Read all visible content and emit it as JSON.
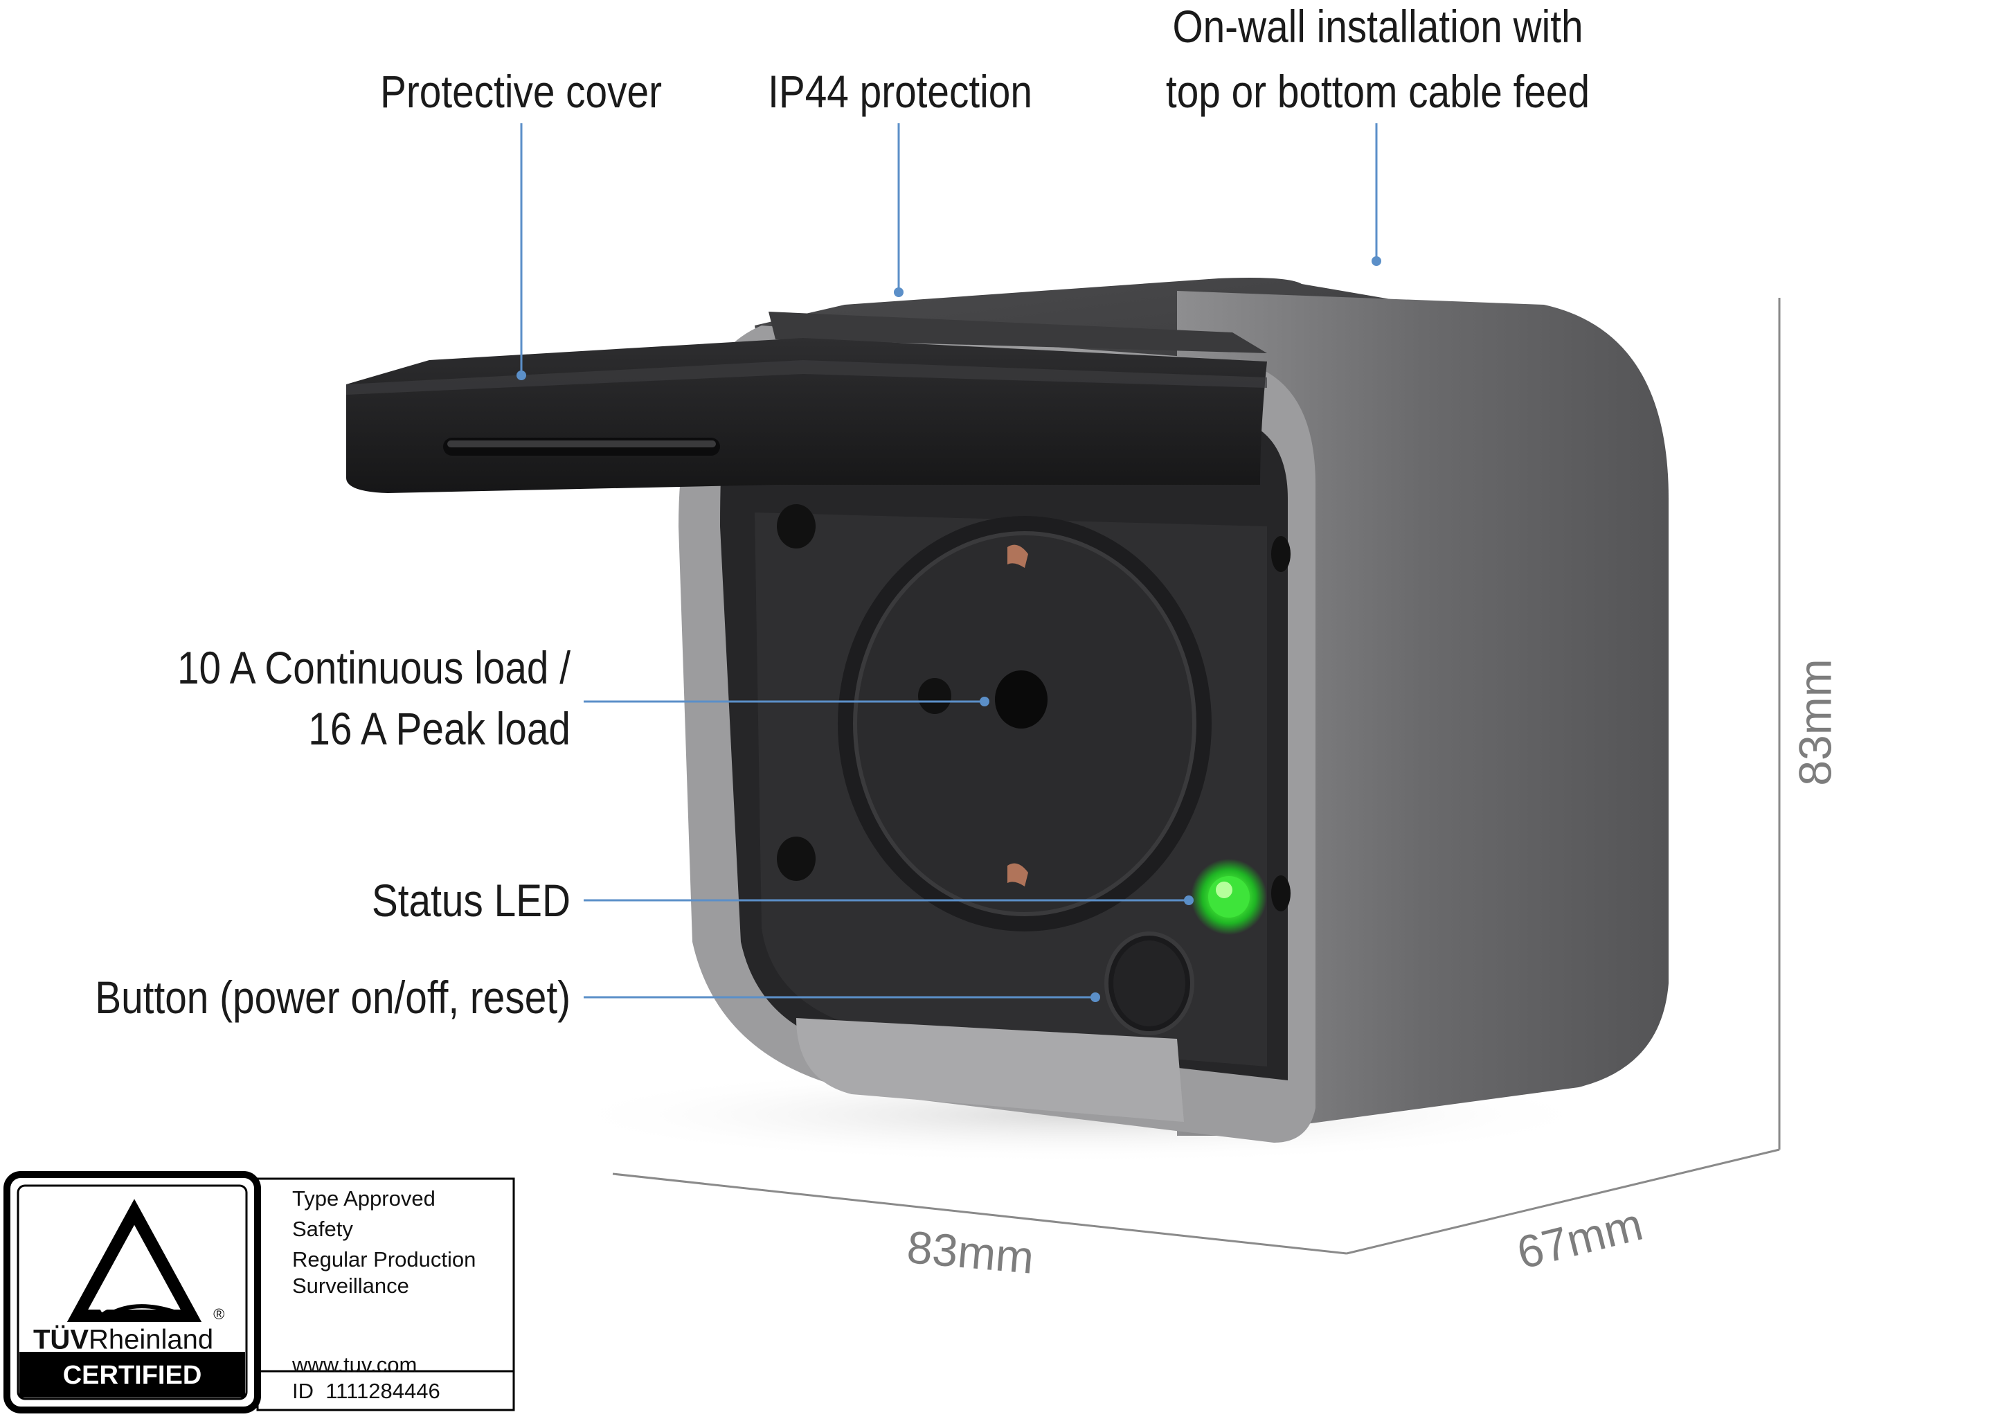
{
  "callouts": {
    "protective_cover": "Protective cover",
    "ip44": "IP44 protection",
    "on_wall_line1": "On-wall installation with",
    "on_wall_line2": "top or bottom cable feed",
    "load_line1": "10 A Continuous load /",
    "load_line2": "16 A Peak load",
    "status_led": "Status LED",
    "button": "Button (power on/off, reset)"
  },
  "dimensions": {
    "height": "83mm",
    "width": "83mm",
    "depth": "67mm"
  },
  "certificate": {
    "brand_tuv": "TÜV",
    "brand_rheinland": "Rheinland",
    "registered": "®",
    "certified": "CERTIFIED",
    "lines": [
      "Type Approved",
      "Safety",
      "Regular Production",
      "Surveillance"
    ],
    "website": "www.tuv.com",
    "id_line": "ID  1111284446"
  },
  "colors": {
    "callout_line": "#5b8fc8",
    "led": "#35e23a",
    "housing": "#5c5c5e",
    "cover": "#232325",
    "dimension": "#8a8a8a"
  }
}
